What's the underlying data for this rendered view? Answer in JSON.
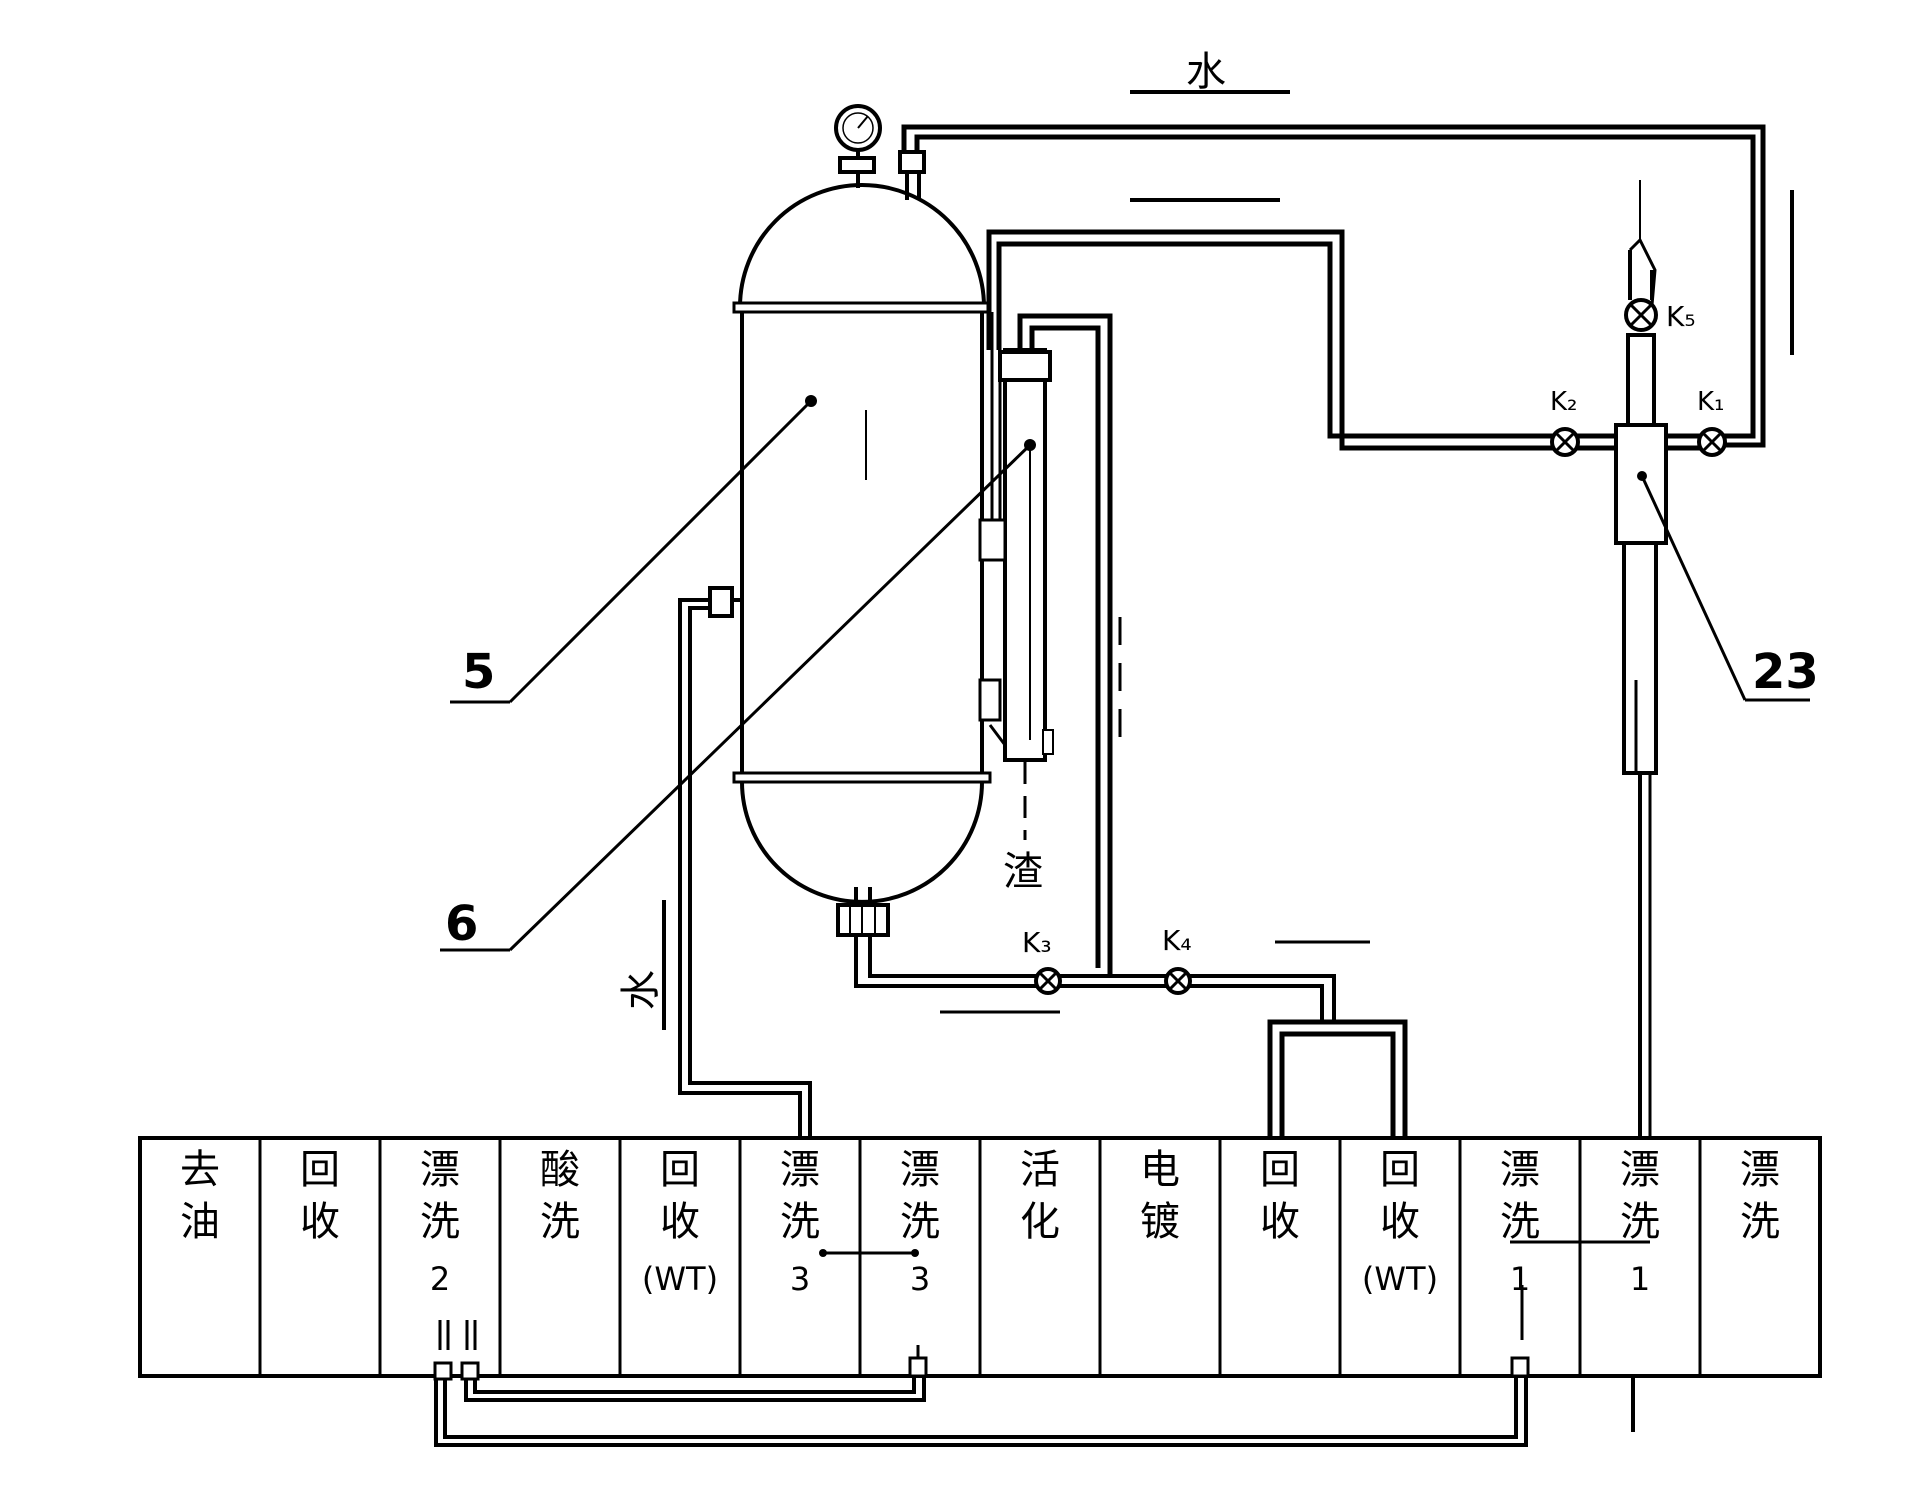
{
  "callouts": {
    "tank": "5",
    "filter": "6",
    "ejector": "23"
  },
  "valves": {
    "k1": "K₁",
    "k2": "K₂",
    "k3": "K₃",
    "k4": "K₄",
    "k5": "K₅"
  },
  "pipe_labels": {
    "water_top": "水",
    "water_left": "水",
    "residue": "渣"
  },
  "tanks": [
    {
      "l1": "去",
      "l2": "油",
      "l3": "",
      "l4": ""
    },
    {
      "l1": "回",
      "l2": "收",
      "l3": "",
      "l4": ""
    },
    {
      "l1": "漂",
      "l2": "洗",
      "l3": "2",
      "l4": ""
    },
    {
      "l1": "酸",
      "l2": "洗",
      "l3": "",
      "l4": ""
    },
    {
      "l1": "回",
      "l2": "收",
      "l3": "(WT)",
      "l4": ""
    },
    {
      "l1": "漂",
      "l2": "洗",
      "l3": "3",
      "l4": ""
    },
    {
      "l1": "漂",
      "l2": "洗",
      "l3": "3",
      "l4": ""
    },
    {
      "l1": "活",
      "l2": "化",
      "l3": "",
      "l4": ""
    },
    {
      "l1": "电",
      "l2": "镀",
      "l3": "",
      "l4": ""
    },
    {
      "l1": "回",
      "l2": "收",
      "l3": "",
      "l4": ""
    },
    {
      "l1": "回",
      "l2": "收",
      "l3": "(WT)",
      "l4": ""
    },
    {
      "l1": "漂",
      "l2": "洗",
      "l3": "1",
      "l4": ""
    },
    {
      "l1": "漂",
      "l2": "洗",
      "l3": "1",
      "l4": ""
    },
    {
      "l1": "漂",
      "l2": "洗",
      "l3": "",
      "l4": ""
    }
  ]
}
